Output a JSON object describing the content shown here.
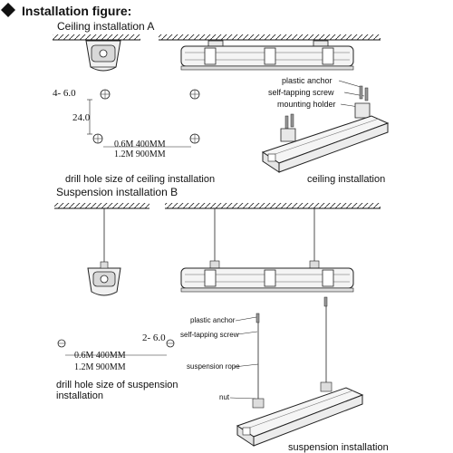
{
  "header": {
    "title": "Installation figure:"
  },
  "ceiling": {
    "title": "Ceiling installation A",
    "hole_label": "4- 6.0",
    "spacing_v": "24.0",
    "dim1": "0.6M 400MM",
    "dim2": "1.2M 900MM",
    "caption_left": "drill hole size of ceiling installation",
    "caption_right": "ceiling installation",
    "callouts": [
      "plastic anchor",
      "self-tapping screw",
      "mounting holder"
    ]
  },
  "suspension": {
    "title": "Suspension installation B",
    "hole_label": "2- 6.0",
    "dim1": "0.6M 400MM",
    "dim2": "1.2M 900MM",
    "caption_left_line1": "drill hole size of suspension",
    "caption_left_line2": "installation",
    "caption_right": "suspension installation",
    "callouts": [
      "plastic anchor",
      "self-tapping screw",
      "suspension rope",
      "nut"
    ]
  }
}
